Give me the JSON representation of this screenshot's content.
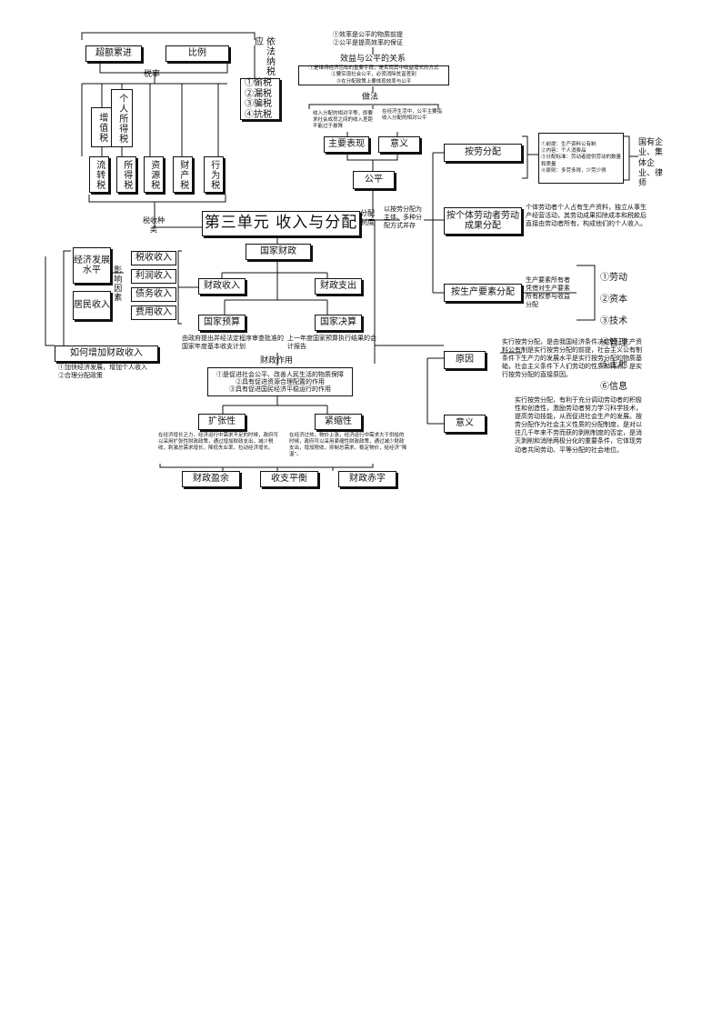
{
  "title": "第三单元 收入与分配",
  "tax": {
    "top_left": "超额累进",
    "top_right": "比例",
    "tax_rate_label": "税率",
    "by_law_label": "依法纳税",
    "law_side": "应",
    "evasion": [
      "①偷税",
      "②漏税",
      "③骗税",
      "④抗税"
    ],
    "types_top": [
      "增值税",
      "个人所得税"
    ],
    "types_bottom": [
      "流转税",
      "所得税",
      "资源税",
      "财产税",
      "行为税"
    ],
    "types_label": "税收种类"
  },
  "influence": {
    "economy": "经济发展水平",
    "resident": "居民收入",
    "label": "影响因素",
    "income_items": [
      "税收收入",
      "利润收入",
      "债务收入",
      "费用收入"
    ],
    "increase": "如何增加财政收入",
    "increase_notes": "①加快经济发展，增加个人收入\n②合理分配政策"
  },
  "finance": {
    "national": "国家财政",
    "income": "财政收入",
    "expense": "财政支出",
    "budget": "国家预算",
    "budget_note": "由政府提出并经法定程序审查批准的国家年度基本收支计划",
    "final": "国家决算",
    "final_note": "上一年度国家预算执行结果的会计报告",
    "role": "财政作用",
    "role_items": "①是促进社会公平、改善人民生活的物质保障\n②具有促进资源合理配置的作用\n③具有促进国民经济平稳运行的作用",
    "expansion": "扩张性",
    "expansion_note": "在经济增长乏力、经济运行中需求不足的时候，政府可以采用扩张性财政政策，通过增加财政支出，减少税收，刺激总需求增长，降低失业率，拉动经济增长。",
    "tight": "紧缩性",
    "tight_note": "在经济过热，物价上涨，经济运行中需求大于供给的时候，政府可以采用紧缩性财政政策，通过减少财政支出，增加税收，抑制总需求，稳定物价，给经济“降温”。",
    "surplus": "财政盈余",
    "balance": "收支平衡",
    "deficit": "财政赤字"
  },
  "fairness": {
    "top": "①效率是公平的物质前提\n②公平是提高效率的保证",
    "relation": "效益与公平的关系",
    "relation_notes": "①是维持经济活动的重要手段，是实现其中收益增长的方式\n②要实现社会公平，必须消除贫富差别\n③在分配政策上要体现效率与公平",
    "do_label": "做法",
    "main_show": "主要表现",
    "main_note": "收入分配的相对平等，即要求社会成员之间的收入差距不能过于悬殊",
    "meaning": "意义",
    "meaning_note": "在经济生活中，公平主要指收入分配的相对公平",
    "fairness": "公平"
  },
  "distribution": {
    "system_label": "分配制度",
    "system_note": "以按劳分配为主体、多种分配方式并存",
    "by_labor": "按劳分配",
    "by_labor_notes": "①前提：生产资料公有制\n②内容：个人消费品\n③分配标准：劳动者提供劳动的数量和质量\n④原则：多劳多得，少劳少得",
    "by_labor_scope": "国有企业、集体企业、律师",
    "individual": "按个体劳动者劳动成果分配",
    "individual_note": "个体劳动者个人占有生产资料，独立从事生产经营活动，其劳动成果扣除成本和税款后直接由劳动者所有，构成他们的个人收入。",
    "factor": "按生产要素分配",
    "factor_note": "生产要素所有者凭借对生产要素所有权参与收益分配",
    "factors": [
      "①劳动",
      "②资本",
      "③技术",
      "④管理",
      "⑤土地",
      "⑥信息"
    ],
    "reason": "原因",
    "reason_note": "实行按劳分配，是由我国经济条件决定的。生产资料公有制是实行按劳分配的前提，社会主义公有制条件下生产力的发展水平是实行按劳分配的物质基础，社会主义条件下人们劳动的性质和特点，是实行按劳分配的直接原因。",
    "significance": "意义",
    "significance_note": "实行按劳分配，有利于充分调动劳动者的积极性和创造性，激励劳动者努力学习科学技术，提高劳动技能，从而促进社会生产的发展。按劳分配作为社会主义性质的分配制度，是对以往几千年来不劳而获的剥削制度的否定，是消灭剥削和消除两极分化的重要条件，它体现劳动者共同劳动、平等分配的社会地位。"
  }
}
